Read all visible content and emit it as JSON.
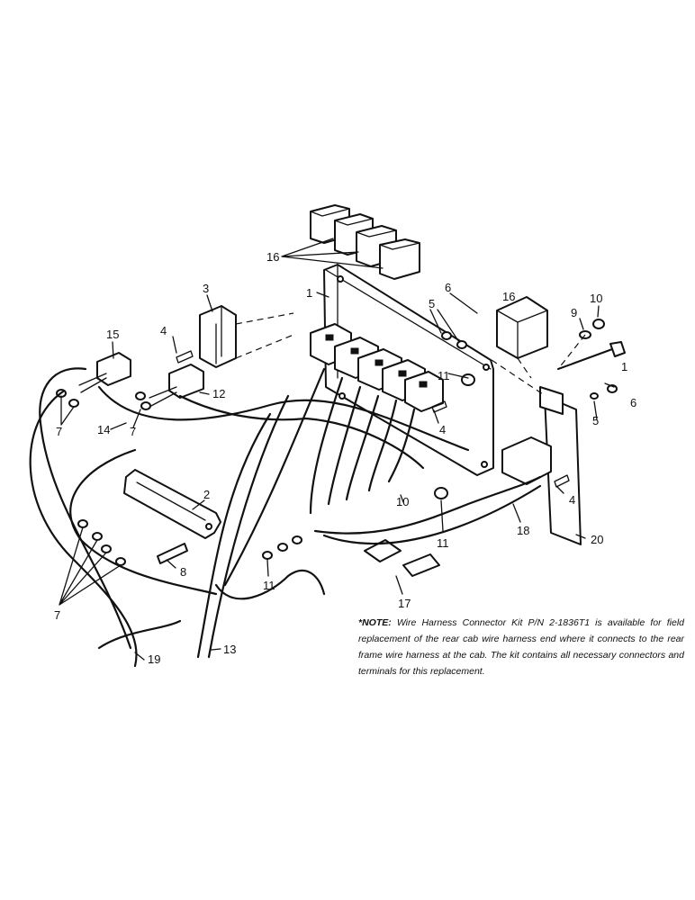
{
  "callouts": {
    "c1_top": "1",
    "c1_bolt": "1",
    "c2": "2",
    "c3": "3",
    "c4_left": "4",
    "c4_mid": "4",
    "c4_right": "4",
    "c5_top": "5",
    "c5_right": "5",
    "c6_top": "6",
    "c6_right": "6",
    "c7_a": "7",
    "c7_b": "7",
    "c7_c": "7",
    "c8": "8",
    "c9": "9",
    "c10_top": "10",
    "c10_mid": "10",
    "c11_a": "11",
    "c11_b": "11",
    "c11_c": "11",
    "c12": "12",
    "c13": "13",
    "c14": "14",
    "c15": "15",
    "c16_group": "16",
    "c16_single": "16",
    "c17": "17",
    "c18": "18",
    "c19": "19",
    "c20": "20"
  },
  "note": {
    "label": "*NOTE:",
    "text": "Wire Harness Connector Kit P/N 2-1836T1 is available for field replacement of the rear cab wire harness end where it connects to the rear frame wire harness at the cab. The kit contains all necessary connectors and terminals for this replacement."
  }
}
